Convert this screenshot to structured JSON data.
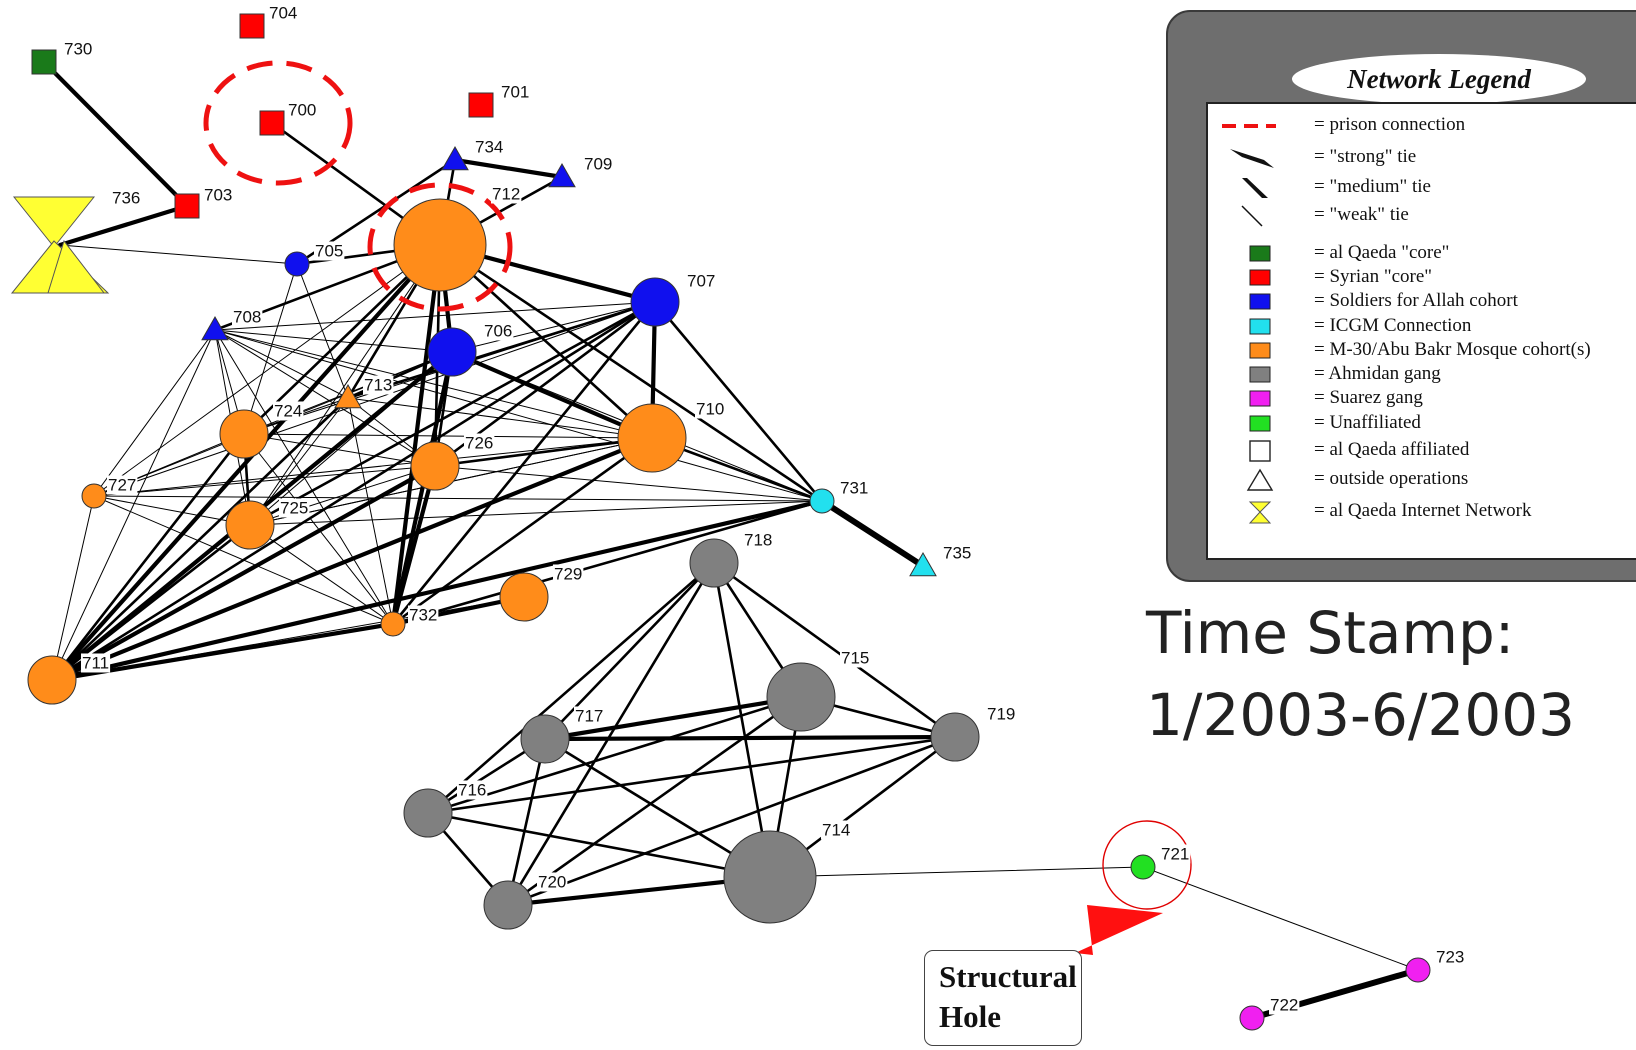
{
  "nodes": [
    {
      "id": "700",
      "shape": "square",
      "group": "syrian",
      "r": 12,
      "label_offset": [
        16,
        -12
      ]
    },
    {
      "id": "701",
      "shape": "square",
      "group": "syrian",
      "r": 12,
      "label_offset": [
        20,
        -12
      ]
    },
    {
      "id": "703",
      "shape": "square",
      "group": "syrian",
      "r": 12,
      "label_offset": [
        17,
        -10
      ]
    },
    {
      "id": "704",
      "shape": "square",
      "group": "syrian",
      "r": 12,
      "label_offset": [
        17,
        -12
      ]
    },
    {
      "id": "730",
      "shape": "square",
      "group": "core",
      "r": 12,
      "label_offset": [
        20,
        -12
      ]
    },
    {
      "id": "736",
      "shape": "hourglass",
      "group": "internet",
      "r": 40,
      "label_offset": [
        52,
        -46
      ]
    },
    {
      "id": "705",
      "shape": "circle",
      "group": "sfa",
      "r": 12,
      "label_offset": [
        18,
        -12
      ]
    },
    {
      "id": "707",
      "shape": "circle",
      "group": "sfa",
      "r": 24,
      "label_offset": [
        32,
        -20
      ]
    },
    {
      "id": "706",
      "shape": "circle",
      "group": "sfa",
      "r": 24,
      "label_offset": [
        32,
        -20
      ]
    },
    {
      "id": "708",
      "shape": "triangle",
      "group": "sfa",
      "r": 13,
      "label_offset": [
        18,
        -12
      ]
    },
    {
      "id": "734",
      "shape": "triangle",
      "group": "sfa",
      "r": 13,
      "label_offset": [
        20,
        -12
      ]
    },
    {
      "id": "709",
      "shape": "triangle",
      "group": "sfa",
      "r": 13,
      "label_offset": [
        22,
        -12
      ]
    },
    {
      "id": "712",
      "shape": "circle",
      "group": "m30",
      "r": 46,
      "label_offset": [
        52,
        -50
      ]
    },
    {
      "id": "710",
      "shape": "circle",
      "group": "m30",
      "r": 34,
      "label_offset": [
        44,
        -28
      ]
    },
    {
      "id": "724",
      "shape": "circle",
      "group": "m30",
      "r": 24,
      "label_offset": [
        30,
        -22
      ]
    },
    {
      "id": "726",
      "shape": "circle",
      "group": "m30",
      "r": 24,
      "label_offset": [
        30,
        -22
      ]
    },
    {
      "id": "725",
      "shape": "circle",
      "group": "m30",
      "r": 24,
      "label_offset": [
        30,
        -16
      ]
    },
    {
      "id": "727",
      "shape": "circle",
      "group": "m30",
      "r": 12,
      "label_offset": [
        14,
        -10
      ]
    },
    {
      "id": "729",
      "shape": "circle",
      "group": "m30",
      "r": 24,
      "label_offset": [
        30,
        -22
      ]
    },
    {
      "id": "732",
      "shape": "circle",
      "group": "m30",
      "r": 12,
      "label_offset": [
        16,
        -8
      ]
    },
    {
      "id": "711",
      "shape": "circle",
      "group": "m30",
      "r": 24,
      "label_offset": [
        30,
        -16
      ]
    },
    {
      "id": "713",
      "shape": "triangle",
      "group": "m30",
      "r": 13,
      "label_offset": [
        16,
        -12
      ]
    },
    {
      "id": "731",
      "shape": "circle",
      "group": "icgm",
      "r": 12,
      "label_offset": [
        18,
        -12
      ]
    },
    {
      "id": "735",
      "shape": "triangle",
      "group": "icgm",
      "r": 13,
      "label_offset": [
        20,
        -12
      ]
    },
    {
      "id": "718",
      "shape": "circle",
      "group": "ahmidan",
      "r": 24,
      "label_offset": [
        30,
        -22
      ]
    },
    {
      "id": "715",
      "shape": "circle",
      "group": "ahmidan",
      "r": 34,
      "label_offset": [
        40,
        -38
      ]
    },
    {
      "id": "717",
      "shape": "circle",
      "group": "ahmidan",
      "r": 24,
      "label_offset": [
        30,
        -22
      ]
    },
    {
      "id": "719",
      "shape": "circle",
      "group": "ahmidan",
      "r": 24,
      "label_offset": [
        32,
        -22
      ]
    },
    {
      "id": "716",
      "shape": "circle",
      "group": "ahmidan",
      "r": 24,
      "label_offset": [
        30,
        -22
      ]
    },
    {
      "id": "714",
      "shape": "circle",
      "group": "ahmidan",
      "r": 46,
      "label_offset": [
        52,
        -46
      ]
    },
    {
      "id": "720",
      "shape": "circle",
      "group": "ahmidan",
      "r": 24,
      "label_offset": [
        30,
        -22
      ]
    },
    {
      "id": "721",
      "shape": "circle",
      "group": "unaffiliated",
      "r": 12,
      "label_offset": [
        18,
        -12
      ]
    },
    {
      "id": "723",
      "shape": "circle",
      "group": "suarez",
      "r": 12,
      "label_offset": [
        18,
        -12
      ]
    },
    {
      "id": "722",
      "shape": "circle",
      "group": "suarez",
      "r": 12,
      "label_offset": [
        18,
        -12
      ]
    }
  ],
  "edges": [
    [
      "730",
      "703",
      3
    ],
    [
      "703",
      "736",
      3
    ],
    [
      "700",
      "712",
      2
    ],
    [
      "736",
      "705",
      1
    ],
    [
      "734",
      "709",
      3
    ],
    [
      "712",
      "734",
      2
    ],
    [
      "712",
      "709",
      2
    ],
    [
      "734",
      "705",
      2
    ],
    [
      "712",
      "705",
      2
    ],
    [
      "712",
      "708",
      2
    ],
    [
      "712",
      "707",
      3
    ],
    [
      "712",
      "706",
      3
    ],
    [
      "712",
      "713",
      2
    ],
    [
      "712",
      "724",
      2
    ],
    [
      "712",
      "726",
      2
    ],
    [
      "712",
      "732",
      3
    ],
    [
      "712",
      "711",
      3
    ],
    [
      "712",
      "710",
      2
    ],
    [
      "712",
      "725",
      1
    ],
    [
      "712",
      "727",
      1
    ],
    [
      "712",
      "731",
      2
    ],
    [
      "705",
      "713",
      1
    ],
    [
      "705",
      "724",
      1
    ],
    [
      "708",
      "707",
      1
    ],
    [
      "708",
      "706",
      1
    ],
    [
      "708",
      "710",
      1
    ],
    [
      "708",
      "727",
      1
    ],
    [
      "708",
      "711",
      1
    ],
    [
      "708",
      "725",
      1
    ],
    [
      "708",
      "726",
      1
    ],
    [
      "708",
      "732",
      1
    ],
    [
      "708",
      "724",
      1
    ],
    [
      "708",
      "731",
      1
    ],
    [
      "708",
      "713",
      1
    ],
    [
      "707",
      "706",
      1
    ],
    [
      "707",
      "710",
      3
    ],
    [
      "707",
      "731",
      2
    ],
    [
      "707",
      "711",
      2
    ],
    [
      "707",
      "726",
      2
    ],
    [
      "707",
      "724",
      1
    ],
    [
      "707",
      "725",
      2
    ],
    [
      "707",
      "713",
      2
    ],
    [
      "707",
      "732",
      2
    ],
    [
      "707",
      "727",
      1
    ],
    [
      "706",
      "710",
      3
    ],
    [
      "706",
      "713",
      2
    ],
    [
      "706",
      "732",
      3
    ],
    [
      "706",
      "711",
      3
    ],
    [
      "706",
      "724",
      1
    ],
    [
      "706",
      "725",
      1
    ],
    [
      "706",
      "726",
      2
    ],
    [
      "706",
      "731",
      1
    ],
    [
      "706",
      "727",
      1
    ],
    [
      "713",
      "724",
      1
    ],
    [
      "713",
      "732",
      1
    ],
    [
      "713",
      "711",
      2
    ],
    [
      "713",
      "725",
      1
    ],
    [
      "713",
      "710",
      1
    ],
    [
      "713",
      "726",
      1
    ],
    [
      "724",
      "725",
      2
    ],
    [
      "724",
      "726",
      1
    ],
    [
      "724",
      "727",
      1
    ],
    [
      "724",
      "711",
      2
    ],
    [
      "724",
      "732",
      1
    ],
    [
      "724",
      "710",
      1
    ],
    [
      "726",
      "711",
      3
    ],
    [
      "726",
      "727",
      1
    ],
    [
      "726",
      "725",
      1
    ],
    [
      "726",
      "732",
      3
    ],
    [
      "726",
      "710",
      2
    ],
    [
      "726",
      "731",
      1
    ],
    [
      "725",
      "727",
      1
    ],
    [
      "725",
      "711",
      2
    ],
    [
      "725",
      "732",
      1
    ],
    [
      "725",
      "731",
      1
    ],
    [
      "725",
      "710",
      1
    ],
    [
      "727",
      "731",
      1
    ],
    [
      "727",
      "711",
      1
    ],
    [
      "727",
      "732",
      1
    ],
    [
      "727",
      "710",
      1
    ],
    [
      "710",
      "731",
      2
    ],
    [
      "710",
      "711",
      3
    ],
    [
      "710",
      "732",
      2
    ],
    [
      "710",
      "725",
      1
    ],
    [
      "711",
      "731",
      3
    ],
    [
      "711",
      "732",
      3
    ],
    [
      "711",
      "729",
      1
    ],
    [
      "732",
      "729",
      3
    ],
    [
      "732",
      "731",
      2
    ],
    [
      "731",
      "735",
      4
    ],
    [
      "718",
      "715",
      2
    ],
    [
      "718",
      "717",
      2
    ],
    [
      "718",
      "716",
      2
    ],
    [
      "718",
      "720",
      2
    ],
    [
      "718",
      "714",
      2
    ],
    [
      "718",
      "719",
      2
    ],
    [
      "715",
      "717",
      3
    ],
    [
      "715",
      "716",
      2
    ],
    [
      "715",
      "720",
      2
    ],
    [
      "715",
      "714",
      2
    ],
    [
      "715",
      "719",
      2
    ],
    [
      "717",
      "719",
      3
    ],
    [
      "717",
      "716",
      2
    ],
    [
      "717",
      "720",
      2
    ],
    [
      "717",
      "714",
      2
    ],
    [
      "719",
      "716",
      2
    ],
    [
      "719",
      "720",
      2
    ],
    [
      "719",
      "714",
      2
    ],
    [
      "716",
      "714",
      2
    ],
    [
      "716",
      "720",
      2
    ],
    [
      "720",
      "714",
      3
    ],
    [
      "714",
      "721",
      1
    ],
    [
      "721",
      "723",
      1
    ],
    [
      "723",
      "722",
      4
    ]
  ],
  "group_colors": {
    "core": "#1a7a1a",
    "syrian": "#ff0000",
    "sfa": "#1010ee",
    "icgm": "#22e0ee",
    "m30": "#ff8c1a",
    "ahmidan": "#808080",
    "suarez": "#f020f0",
    "unaffiliated": "#22e022",
    "internet": "#ffff33"
  },
  "legend": {
    "title": "Network Legend",
    "items": [
      {
        "symbol": "prison",
        "label": "= prison connection"
      },
      {
        "symbol": "strong",
        "label": "= \"strong\" tie"
      },
      {
        "symbol": "medium",
        "label": "= \"medium\" tie"
      },
      {
        "symbol": "weak",
        "label": "= \"weak\" tie"
      },
      {
        "symbol": "swatch",
        "color": "#1a7a1a",
        "label": "= al Qaeda \"core\""
      },
      {
        "symbol": "swatch",
        "color": "#ff0000",
        "label": "= Syrian \"core\""
      },
      {
        "symbol": "swatch",
        "color": "#1010ee",
        "label": "= Soldiers for Allah cohort"
      },
      {
        "symbol": "swatch",
        "color": "#22e0ee",
        "label": "= ICGM Connection"
      },
      {
        "symbol": "swatch",
        "color": "#ff8c1a",
        "label": "= M-30/Abu Bakr Mosque cohort(s)"
      },
      {
        "symbol": "swatch",
        "color": "#808080",
        "label": "= Ahmidan gang"
      },
      {
        "symbol": "swatch",
        "color": "#f020f0",
        "label": "= Suarez gang"
      },
      {
        "symbol": "swatch",
        "color": "#22e022",
        "label": "= Unaffiliated"
      },
      {
        "symbol": "outline-square",
        "label": "= al Qaeda affiliated"
      },
      {
        "symbol": "outline-triangle",
        "label": "= outside operations"
      },
      {
        "symbol": "hourglass",
        "label": "= al Qaeda Internet Network"
      }
    ]
  },
  "timestamp": {
    "line1": "Time Stamp:",
    "line2": "1/2003-6/2003"
  },
  "structural_hole": {
    "line1": "Structural",
    "line2": "Hole"
  },
  "annotations": {
    "prison_circles": [
      "700",
      "712"
    ],
    "highlight_node": "721"
  }
}
